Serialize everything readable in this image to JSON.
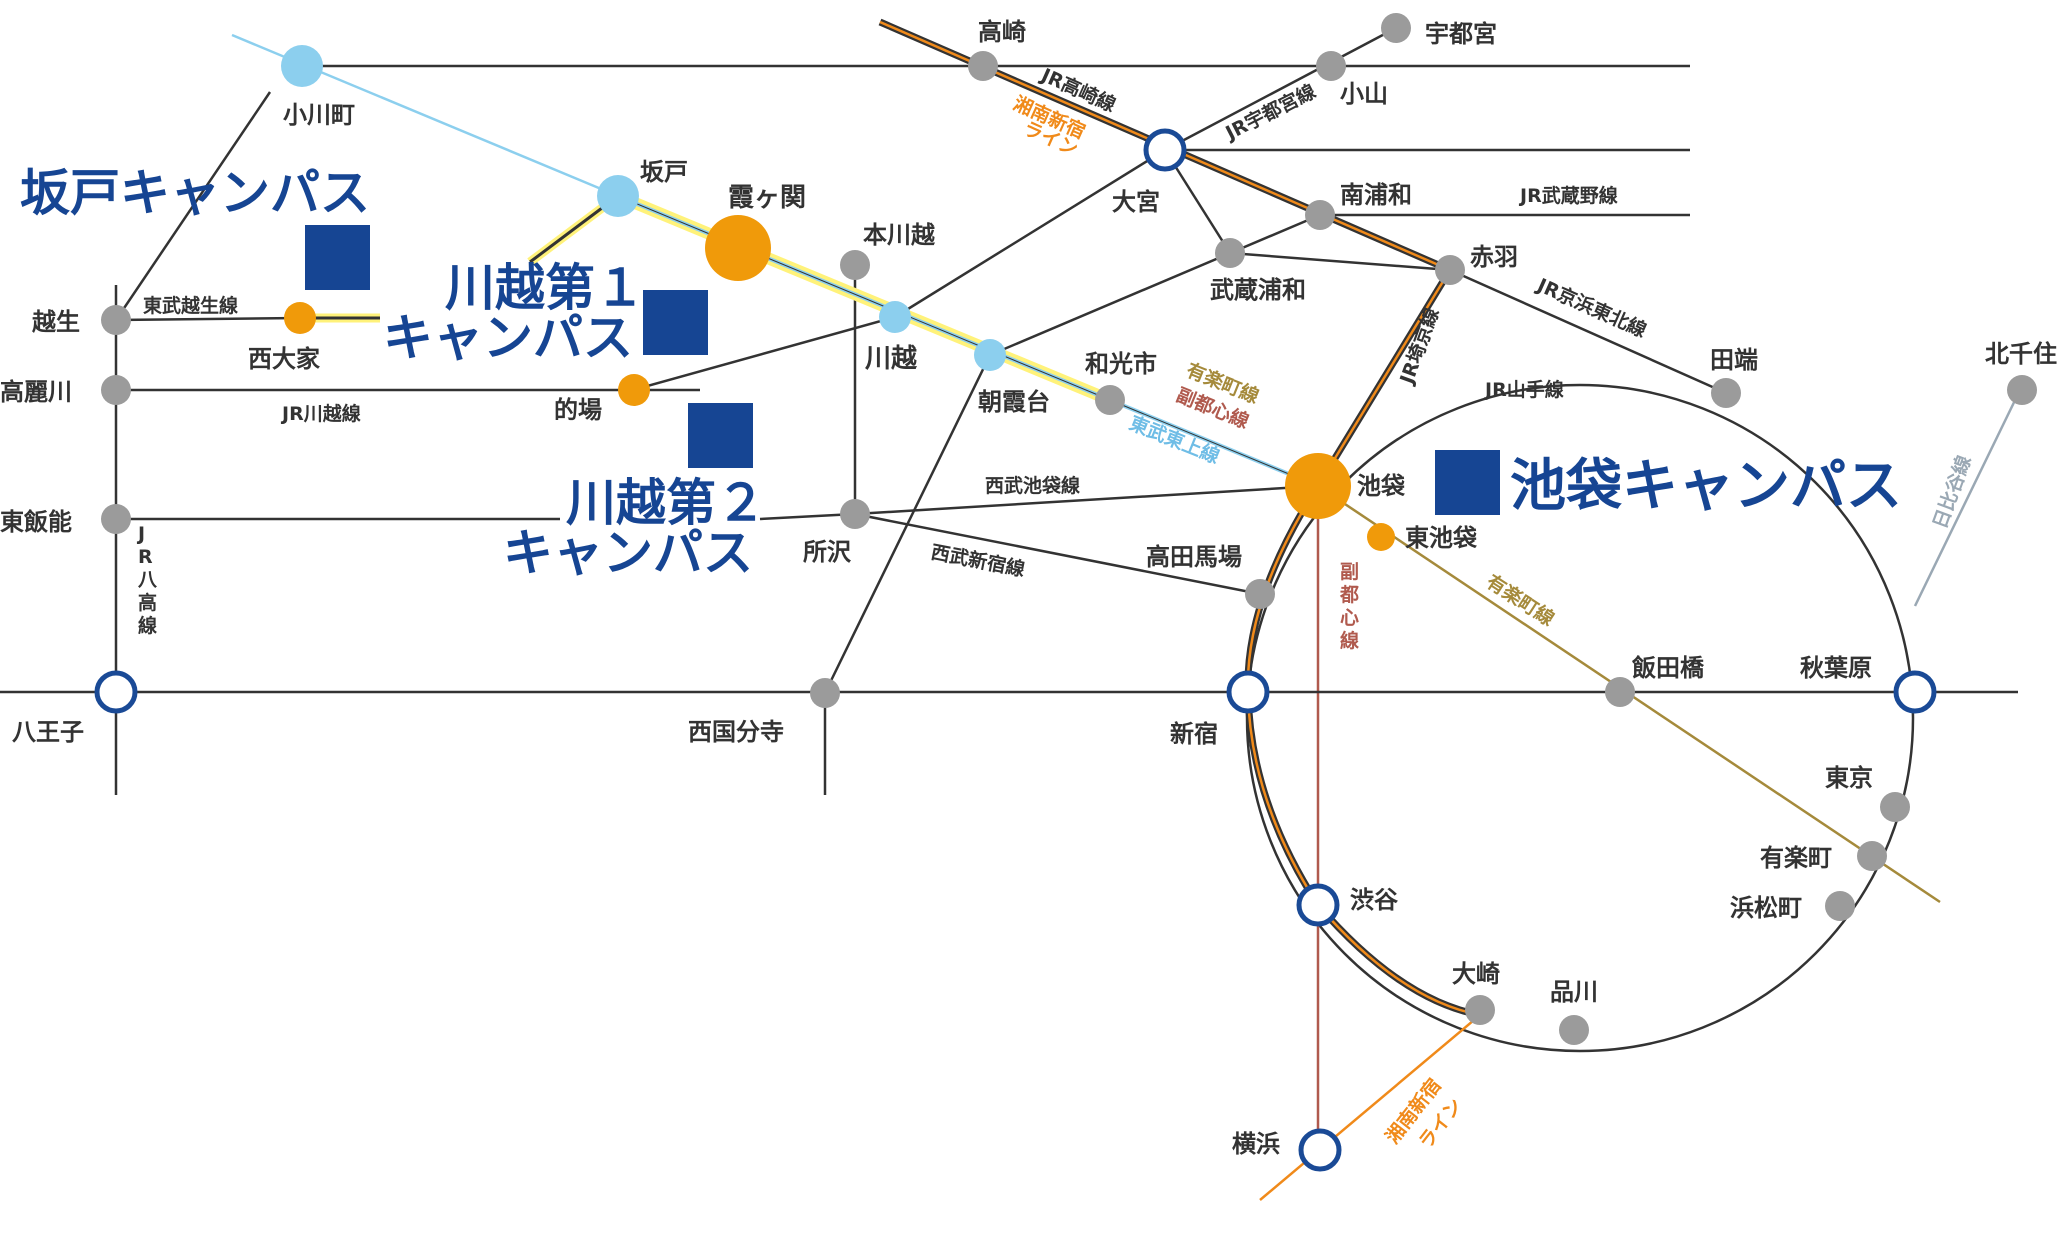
{
  "colors": {
    "jr_line": "#333333",
    "tobu_tojo": "#8ccfee",
    "tojo_highlight": "#fff27a",
    "shonan_shinjuku": "#f08a1a",
    "yurakucho": "#a58a3b",
    "fukutoshin": "#b05a4e",
    "hibiya": "#9aa8b4",
    "station_gray": "#9b9b9b",
    "station_orange": "#f09a0a",
    "station_blue": "#8ccfee",
    "hub_ring": "#1a4a96",
    "campus": "#164593",
    "label_text": "#333333"
  },
  "campuses": {
    "sakado": "坂戸キャンパス",
    "kawagoe1_line1": "川越第１",
    "kawagoe1_line2": "キャンパス",
    "kawagoe2_line1": "川越第２",
    "kawagoe2_line2": "キャンパス",
    "ikebukuro": "池袋キャンパス"
  },
  "stations": {
    "ogawamachi": "小川町",
    "sakado": "坂戸",
    "kasumigaseki": "霞ヶ関",
    "motokawagoe": "本川越",
    "kawagoe": "川越",
    "asakadai": "朝霞台",
    "wakoshi": "和光市",
    "ikebukuro": "池袋",
    "higashi_ikebukuro": "東池袋",
    "takasaki": "高崎",
    "utsunomiya": "宇都宮",
    "oyama": "小山",
    "omiya": "大宮",
    "minami_urawa": "南浦和",
    "musashi_urawa": "武蔵浦和",
    "akabane": "赤羽",
    "tabata": "田端",
    "kitasenju": "北千住",
    "ogose": "越生",
    "nishi_oya": "西大家",
    "komagawa": "高麗川",
    "matoba": "的場",
    "higashi_hanno": "東飯能",
    "tokorozawa": "所沢",
    "takadanobaba": "高田馬場",
    "hachioji": "八王子",
    "nishikokubunji": "西国分寺",
    "shinjuku": "新宿",
    "iidabashi": "飯田橋",
    "akihabara": "秋葉原",
    "tokyo": "東京",
    "yurakucho": "有楽町",
    "hamamatsucho": "浜松町",
    "shibuya": "渋谷",
    "osaki": "大崎",
    "shinagawa": "品川",
    "yokohama": "横浜"
  },
  "lines": {
    "jr_takasaki": "JR高崎線",
    "shonan_shinjuku_a": "湘南新宿",
    "shonan_shinjuku_b": "ライン",
    "jr_utsunomiya": "JR宇都宮線",
    "jr_musashino": "JR武蔵野線",
    "jr_saikyo": "JR埼京線",
    "jr_keihin_tohoku": "JR京浜東北線",
    "jr_yamanote": "JR山手線",
    "hibiya": "日比谷線",
    "tobu_ogose": "東武越生線",
    "jr_kawagoe": "JR川越線",
    "jr_hachiko": "JR八高線",
    "yurakucho_upper": "有楽町線",
    "fukutoshin_upper": "副都心線",
    "tobu_tojo": "東武東上線",
    "seibu_ikebukuro": "西武池袋線",
    "seibu_shinjuku": "西武新宿線",
    "fukutoshin_vertical": "副都心線",
    "yurakucho_lower": "有楽町線",
    "shonan_shinjuku_lower_a": "湘南新宿",
    "shonan_shinjuku_lower_b": "ライン"
  }
}
